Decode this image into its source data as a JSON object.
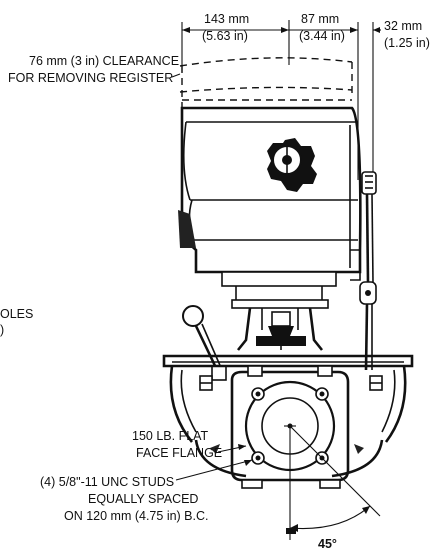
{
  "dimensions": {
    "top_left": {
      "mm": "143 mm",
      "in": "(5.63 in)"
    },
    "top_mid": {
      "mm": "87 mm",
      "in": "(3.44 in)"
    },
    "right": {
      "mm": "32 mm",
      "in": "(1.25 in)"
    },
    "angle": "45°"
  },
  "labels": {
    "clearance_line1": "76 mm (3 in) CLEARANCE",
    "clearance_line2": "FOR REMOVING REGISTER",
    "holes_fragment_line1": "OLES",
    "holes_fragment_line2": ")",
    "flange_line1": "150 LB. FLAT",
    "flange_line2": "FACE FLANGE",
    "studs_line1": "(4) 5/8\"-11 UNC STUDS",
    "studs_line2": "EQUALLY SPACED",
    "studs_line3": "ON 120 mm (4.75 in) B.C."
  }
}
